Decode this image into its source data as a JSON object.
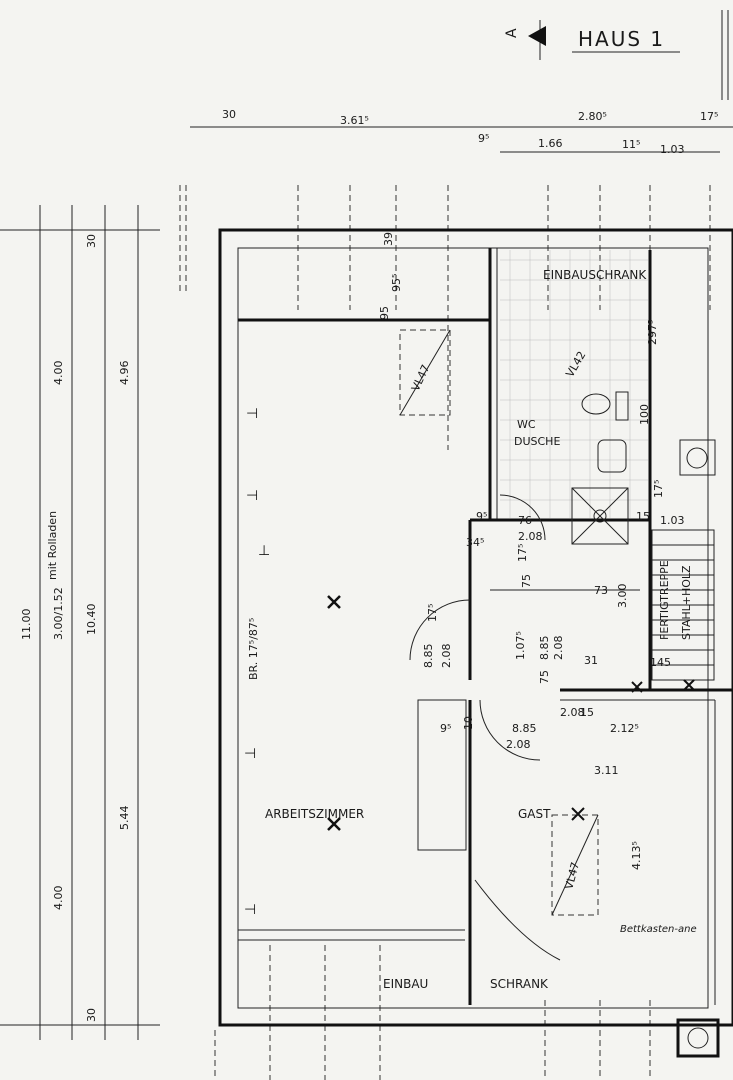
{
  "title": "HAUS 1",
  "north_marker": "A",
  "rooms": {
    "einbauschrank_top": "EINBAUSCHRANK",
    "wc": "WC",
    "dusche": "DUSCHE",
    "arbeitszimmer": "ARBEITSZIMMER",
    "gast": "GAST",
    "einbau": "EINBAU",
    "schrank": "SCHRANK",
    "fertigtreppe": "FERTIGTREPPE",
    "stahl_holz": "STAHL+HOLZ",
    "br": "BR. 17⁵/87⁵"
  },
  "annotations": {
    "vl47_top": "VL47",
    "vl47_bottom": "VL47",
    "vl42": "VL42",
    "rolladen": "mit Rolladen",
    "bettkasten": "Bettkasten-ane"
  },
  "dimensions": {
    "top": [
      "30",
      "3.61⁵",
      "9⁵",
      "2.80⁵",
      "1.66",
      "11⁵",
      "1.03",
      "17⁵"
    ],
    "left_outer": [
      "11.00",
      "3.00/1.52",
      "10.40",
      "4.00",
      "4.96",
      "5.44",
      "4.00",
      "30",
      "30"
    ],
    "interior": [
      "39",
      "95⁵",
      "95",
      "297⁵",
      "100",
      "17⁵",
      "1.03",
      "9⁵",
      "76",
      "2.08",
      "34⁵",
      "15",
      "75",
      "17⁵",
      "73",
      "3.00",
      "17⁵",
      "8.85",
      "2.08",
      "1.07⁵",
      "8.85",
      "2.08",
      "31",
      "145",
      "75",
      "2.08",
      "9⁵",
      "10",
      "8.85",
      "2.08",
      "2.12⁵",
      "3.11",
      "4.13⁵",
      "15"
    ]
  }
}
